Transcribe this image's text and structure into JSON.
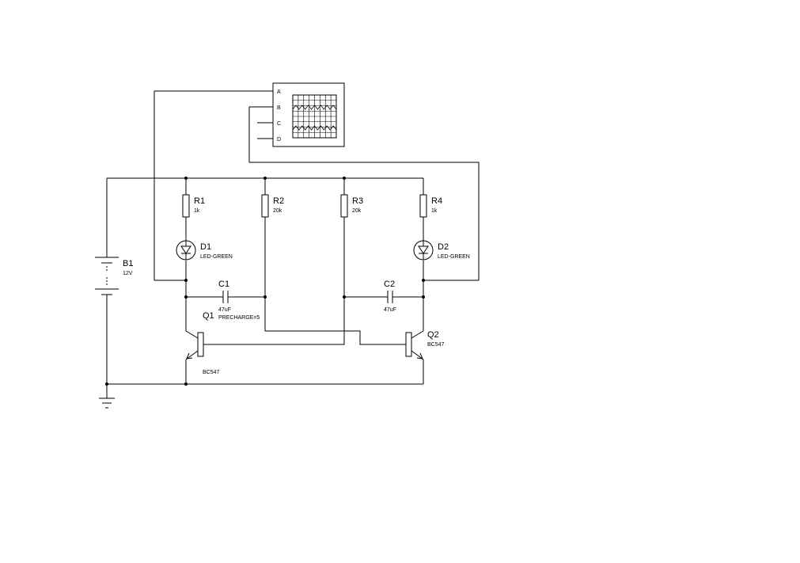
{
  "battery": {
    "ref": "B1",
    "value": "12V"
  },
  "resistors": [
    {
      "ref": "R1",
      "value": "1k"
    },
    {
      "ref": "R2",
      "value": "20k"
    },
    {
      "ref": "R3",
      "value": "20k"
    },
    {
      "ref": "R4",
      "value": "1k"
    }
  ],
  "leds": [
    {
      "ref": "D1",
      "value": "LED-GREEN"
    },
    {
      "ref": "D2",
      "value": "LED-GREEN"
    }
  ],
  "capacitors": [
    {
      "ref": "C1",
      "value": "47uF",
      "extra": "PRECHARGE=5"
    },
    {
      "ref": "C2",
      "value": "47uF"
    }
  ],
  "transistors": [
    {
      "ref": "Q1",
      "value": "BC547"
    },
    {
      "ref": "Q2",
      "value": "BC547"
    }
  ],
  "oscilloscope": {
    "channels": [
      "A",
      "B",
      "C",
      "D"
    ]
  }
}
